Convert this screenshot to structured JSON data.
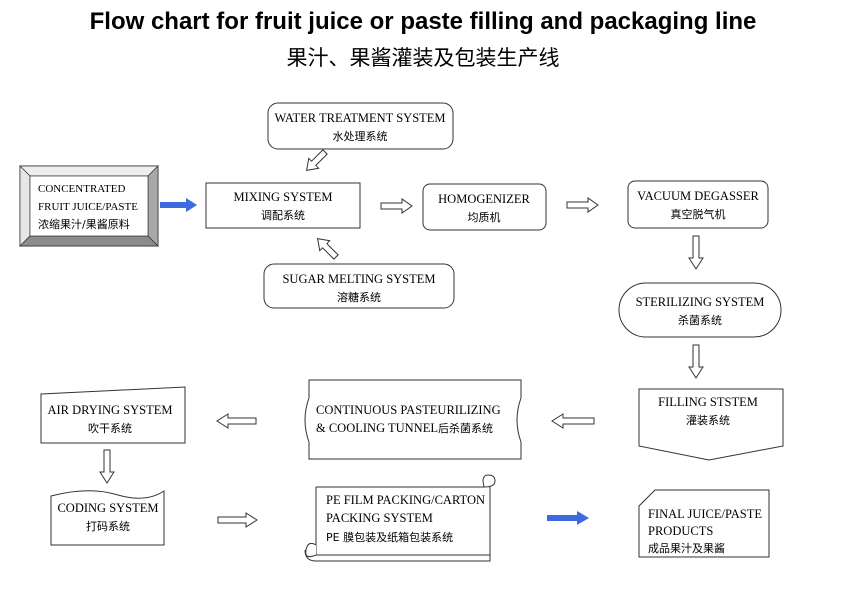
{
  "title": "Flow chart for fruit juice or paste filling and packaging line",
  "subtitle": "果汁、果酱灌装及包装生产线",
  "colors": {
    "accent_arrow": "#3e6ae0",
    "stroke": "#333333"
  },
  "nodes": {
    "raw": {
      "en1": "CONCENTRATED",
      "en2": "FRUIT JUICE/PASTE",
      "zh": "浓缩果汁/果酱原料"
    },
    "water": {
      "en": "WATER TREATMENT SYSTEM",
      "zh": "水处理系统"
    },
    "mixing": {
      "en": "MIXING SYSTEM",
      "zh": "调配系统"
    },
    "sugar": {
      "en": "SUGAR MELTING SYSTEM",
      "zh": "溶糖系统"
    },
    "homog": {
      "en": "HOMOGENIZER",
      "zh": "均质机"
    },
    "degasser": {
      "en": "VACUUM DEGASSER",
      "zh": "真空脱气机"
    },
    "steril": {
      "en": "STERILIZING SYSTEM",
      "zh": "杀菌系统"
    },
    "filling": {
      "en": "FILLING STSTEM",
      "zh": "灌装系统"
    },
    "tunnel": {
      "en1": "CONTINUOUS   PASTEURILIZING",
      "en2": "& COOLING TUNNEL",
      "zh": "后杀菌系统"
    },
    "airdry": {
      "en": "AIR DRYING SYSTEM",
      "zh": "吹干系统"
    },
    "coding": {
      "en": "CODING SYSTEM",
      "zh": "打码系统"
    },
    "pe": {
      "en1": "PE FILM PACKING/CARTON",
      "en2": "PACKING SYSTEM",
      "zh": "PE 膜包装及纸箱包装系统"
    },
    "final": {
      "en1": "FINAL  JUICE/PASTE",
      "en2": "PRODUCTS",
      "zh": "成品果汁及果酱"
    }
  }
}
